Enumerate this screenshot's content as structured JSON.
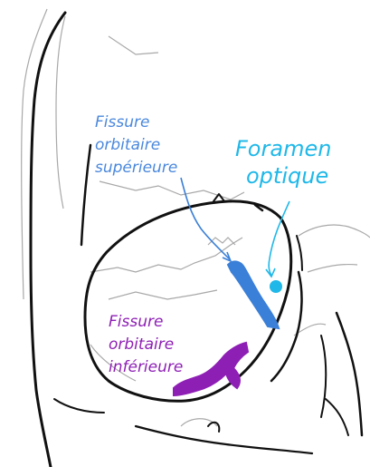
{
  "labels": {
    "superior_fissure": [
      "Fissure",
      "orbitaire",
      "supérieure"
    ],
    "optic_foramen": [
      "Foramen",
      "optique"
    ],
    "inferior_fissure": [
      "Fissure",
      "orbitaire",
      "inférieure"
    ]
  },
  "colors": {
    "outline": "#111111",
    "sketch": "#9a9a9a",
    "superior_fissure": "#3a7fd8",
    "optic_foramen": "#20b8e8",
    "inferior_fissure": "#8e1fb5",
    "superior_label": "#4a88dd"
  }
}
